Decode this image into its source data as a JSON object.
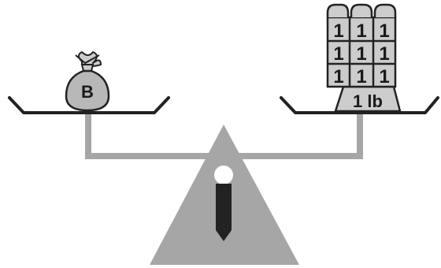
{
  "left_pan": {
    "bag_label": "B"
  },
  "right_pan": {
    "block_label": "1 lb",
    "unit_block_label": "1",
    "unit_block_count": 9
  },
  "colors": {
    "line": "#222222",
    "gray": "#a6a6a6",
    "light_gray": "#cccccc",
    "white": "#ffffff"
  },
  "icons": {
    "bag": "bag-icon",
    "weight": "weight-block-icon",
    "fulcrum": "fulcrum-triangle-icon"
  }
}
